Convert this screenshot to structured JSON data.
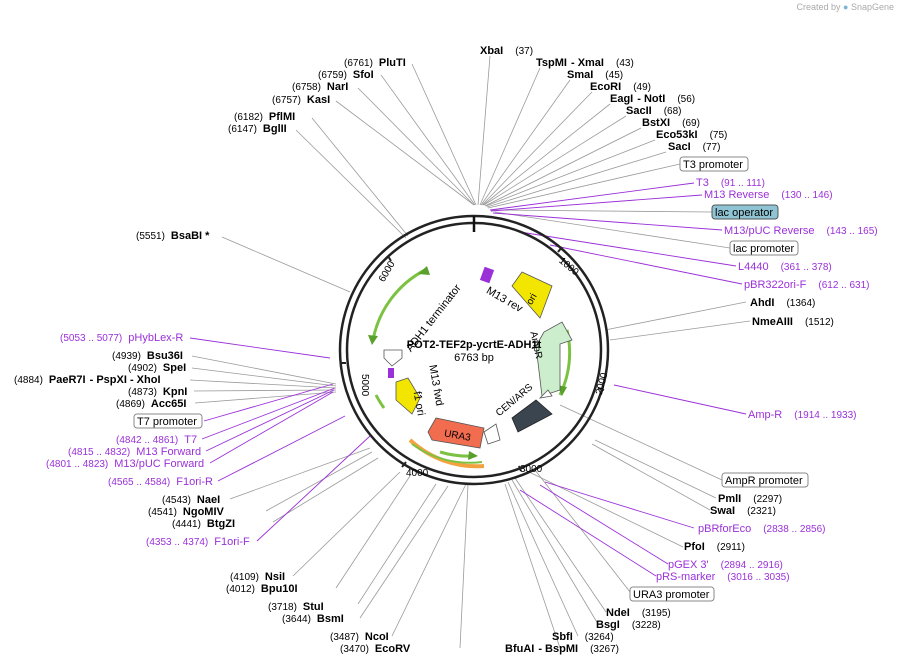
{
  "credit": {
    "prefix": "Created by",
    "brand": "SnapGene"
  },
  "plasmid": {
    "name": "POT2-TEF2p-ycrtE-ADH1t",
    "size": "6763 bp"
  },
  "ticks": [
    "1000",
    "2000",
    "3000",
    "4000",
    "5000",
    "6000"
  ],
  "colors": {
    "primer": "#9b30d9",
    "feature_green": "#7cc242",
    "ori": "#f2e600",
    "ura3": "#f26c4f",
    "ampr": "#cceecc",
    "cen": "#3b4550",
    "lac_box": "#8fc4d4"
  },
  "sites": [
    {
      "name": "XbaI",
      "pos": "(37)"
    },
    {
      "name": "TspMI",
      "sep": "- XmaI",
      "pos": "(43)"
    },
    {
      "name": "SmaI",
      "pos": "(45)"
    },
    {
      "name": "EcoRI",
      "pos": "(49)"
    },
    {
      "name": "EagI",
      "sep": "- NotI",
      "pos": "(56)"
    },
    {
      "name": "SacII",
      "pos": "(68)"
    },
    {
      "name": "BstXI",
      "pos": "(69)"
    },
    {
      "name": "Eco53kI",
      "pos": "(75)"
    },
    {
      "name": "SacI",
      "pos": "(77)"
    },
    {
      "name": "AhdI",
      "pos": "(1364)"
    },
    {
      "name": "NmeAIII",
      "pos": "(1512)"
    },
    {
      "name": "PmlI",
      "pos": "(2297)"
    },
    {
      "name": "SwaI",
      "pos": "(2321)"
    },
    {
      "name": "PfoI",
      "pos": "(2911)"
    },
    {
      "name": "NdeI",
      "pos": "(3195)"
    },
    {
      "name": "BsgI",
      "pos": "(3228)"
    },
    {
      "name": "SbfI",
      "pos": "(3264)"
    },
    {
      "name": "BfuAI",
      "sep": "- BspMI",
      "pos": "(3267)"
    },
    {
      "name": "EcoRV",
      "pos": "(3470)"
    },
    {
      "name": "NcoI",
      "pos": "(3487)"
    },
    {
      "name": "BsmI",
      "pos": "(3644)"
    },
    {
      "name": "StuI",
      "pos": "(3718)"
    },
    {
      "name": "Bpu10I",
      "pos": "(4012)"
    },
    {
      "name": "NsiI",
      "pos": "(4109)"
    },
    {
      "name": "BtgZI",
      "pos": "(4441)"
    },
    {
      "name": "NgoMIV",
      "pos": "(4541)"
    },
    {
      "name": "NaeI",
      "pos": "(4543)"
    },
    {
      "name": "Acc65I",
      "pos": "(4869)"
    },
    {
      "name": "KpnI",
      "pos": "(4873)"
    },
    {
      "name": "PaeR7I",
      "sep": "- PspXI   - XhoI",
      "pos": "(4884)"
    },
    {
      "name": "SpeI",
      "pos": "(4902)"
    },
    {
      "name": "Bsu36I",
      "pos": "(4939)"
    },
    {
      "name": "BsaBI *",
      "pos": "(5551)"
    },
    {
      "name": "BglII",
      "pos": "(6147)"
    },
    {
      "name": "PflMI",
      "pos": "(6182)"
    },
    {
      "name": "KasI",
      "pos": "(6757)"
    },
    {
      "name": "NarI",
      "pos": "(6758)"
    },
    {
      "name": "SfoI",
      "pos": "(6759)"
    },
    {
      "name": "PluTI",
      "pos": "(6761)"
    }
  ],
  "primers": [
    {
      "name": "T3",
      "range": "(91 .. 111)"
    },
    {
      "name": "M13 Reverse",
      "range": "(130 .. 146)"
    },
    {
      "name": "M13/pUC Reverse",
      "range": "(143 .. 165)"
    },
    {
      "name": "L4440",
      "range": "(361 .. 378)"
    },
    {
      "name": "pBR322ori-F",
      "range": "(612 .. 631)"
    },
    {
      "name": "Amp-R",
      "range": "(1914 .. 1933)"
    },
    {
      "name": "pBRforEco",
      "range": "(2838 .. 2856)"
    },
    {
      "name": "pGEX 3'",
      "range": "(2894 .. 2916)"
    },
    {
      "name": "pRS-marker",
      "range": "(3016 .. 3035)"
    },
    {
      "name": "F1ori-F",
      "range": "(4353 .. 4374)"
    },
    {
      "name": "F1ori-R",
      "range": "(4565 .. 4584)"
    },
    {
      "name": "M13/pUC Forward",
      "range": "(4801 .. 4823)"
    },
    {
      "name": "M13 Forward",
      "range": "(4815 .. 4832)"
    },
    {
      "name": "T7",
      "range": "(4842 .. 4861)"
    },
    {
      "name": "pHybLex-R",
      "range": "(5053 .. 5077)"
    }
  ],
  "boxes": {
    "t3_promoter": "T3 promoter",
    "lac_operator": "lac operator",
    "lac_promoter": "lac promoter",
    "ampr_promoter": "AmpR promoter",
    "ura3_promoter": "URA3 promoter",
    "t7_promoter": "T7 promoter"
  },
  "features": {
    "ori": "ori",
    "ampr": "AmpR",
    "cen_ars": "CEN/ARS",
    "ura3": "URA3",
    "f1_ori": "f1 ori",
    "m13_fwd": "M13 fwd",
    "adh1_terminator": "ADH1 terminator",
    "m13_rev": "M13 rev"
  }
}
